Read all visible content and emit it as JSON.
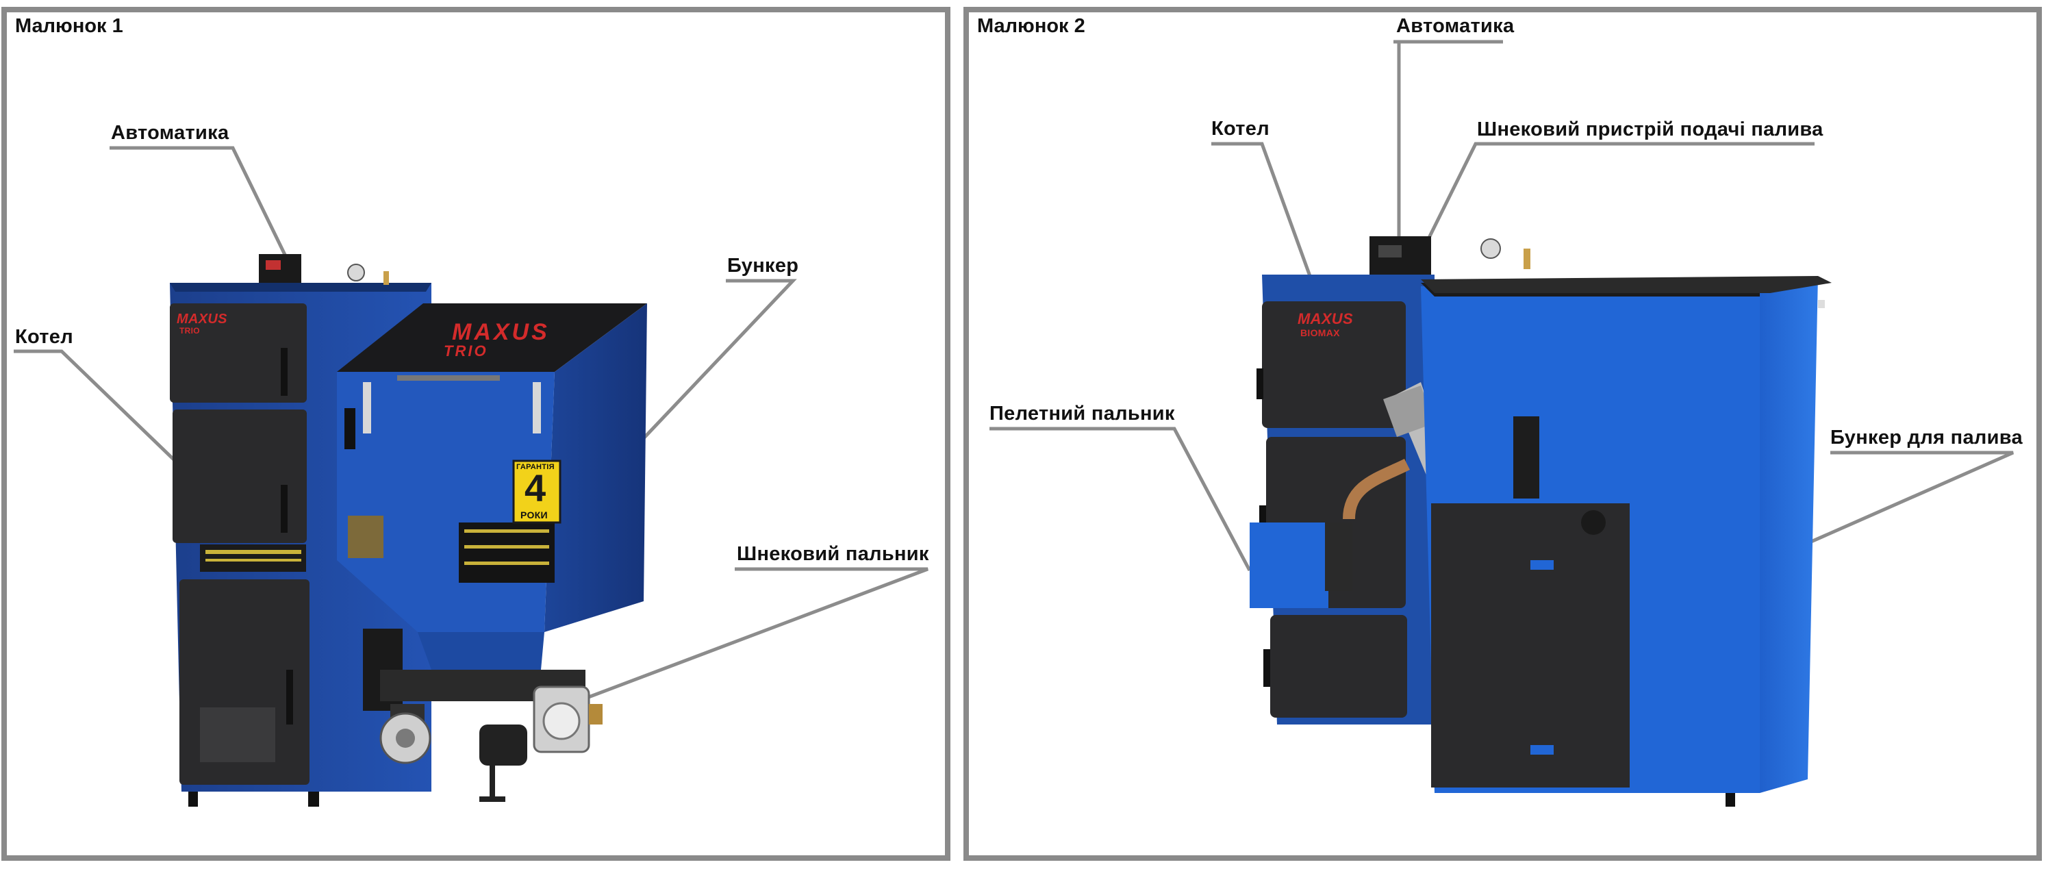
{
  "figure1": {
    "title": "Малюнок 1",
    "labels": {
      "automatics": "Автоматика",
      "boiler": "Котел",
      "bunker": "Бункер",
      "screw_burner": "Шнековий пальник"
    },
    "brand": "MAXUS",
    "model": "TRIO",
    "warranty_top": "ГАРАНТІЯ",
    "warranty_number": "4",
    "warranty_bottom": "РОКИ"
  },
  "figure2": {
    "title": "Малюнок 2",
    "labels": {
      "automatics": "Автоматика",
      "boiler": "Котел",
      "screw_feeder": "Шнековий пристрій подачі палива",
      "pellet_burner": "Пелетний пальник",
      "fuel_bunker": "Бункер для палива"
    },
    "brand": "MAXUS",
    "model": "BIOMAX"
  },
  "colors": {
    "frame": "#8a8a8a",
    "boiler_blue": "#1f4fa8",
    "bright_blue": "#2166d6",
    "door_black": "#2a2a2c",
    "brand_red": "#d42b2b",
    "warranty_yellow": "#f2d21a",
    "leader_gray": "#8c8c8c"
  }
}
